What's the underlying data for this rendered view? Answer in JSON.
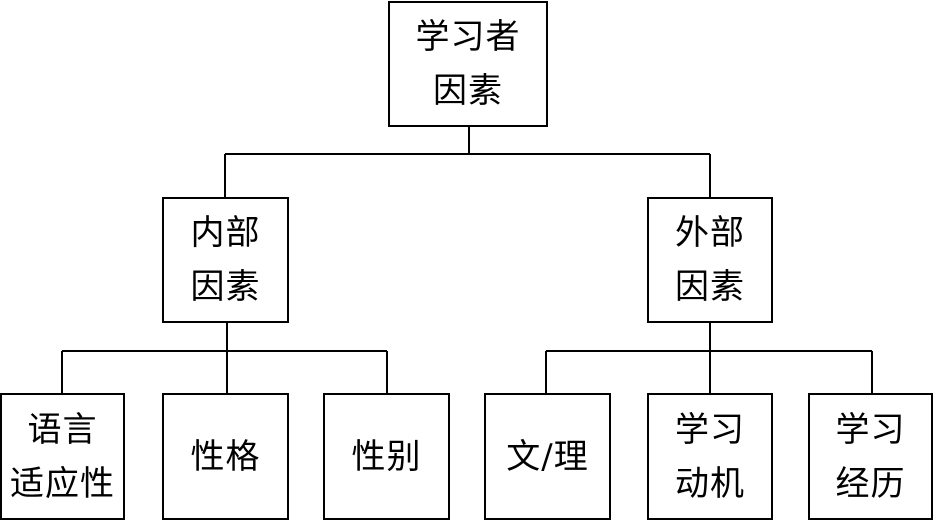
{
  "diagram": {
    "root": {
      "lines": [
        "学习者",
        "因素"
      ]
    },
    "internal": {
      "lines": [
        "内部",
        "因素"
      ]
    },
    "external": {
      "lines": [
        "外部",
        "因素"
      ]
    },
    "internal_children": [
      {
        "lines": [
          "语言",
          "适应性"
        ]
      },
      {
        "lines": [
          "性格"
        ]
      },
      {
        "lines": [
          "性别"
        ]
      }
    ],
    "external_children": [
      {
        "lines": [
          "文/理"
        ]
      },
      {
        "lines": [
          "学习",
          "动机"
        ]
      },
      {
        "lines": [
          "学习",
          "经历"
        ]
      }
    ]
  }
}
